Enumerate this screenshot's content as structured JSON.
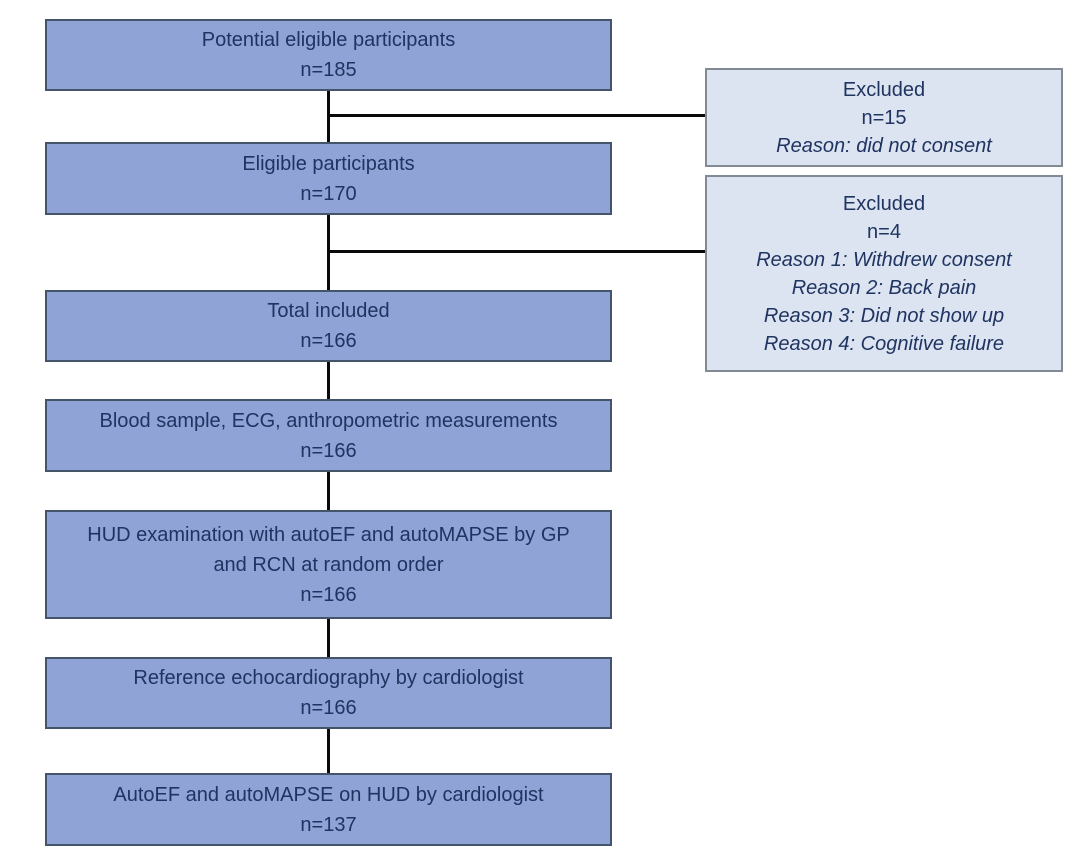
{
  "colors": {
    "box_fill": "#8fa3d7",
    "box_border": "#44546a",
    "excluded_fill": "#dce3f1",
    "excluded_border": "#828a96",
    "text": "#1f3460",
    "line": "#0a0a0a",
    "bg": "#ffffff"
  },
  "flow": {
    "main_boxes": [
      {
        "lines": [
          "Potential eligible participants"
        ],
        "n": "n=185"
      },
      {
        "lines": [
          "Eligible participants"
        ],
        "n": "n=170"
      },
      {
        "lines": [
          "Total included"
        ],
        "n": "n=166"
      },
      {
        "lines": [
          "Blood sample, ECG, anthropometric measurements"
        ],
        "n": "n=166"
      },
      {
        "lines": [
          "HUD examination with autoEF and autoMAPSE by GP",
          "and RCN at random order"
        ],
        "n": "n=166"
      },
      {
        "lines": [
          "Reference echocardiography by cardiologist"
        ],
        "n": "n=166"
      },
      {
        "lines": [
          "AutoEF and autoMAPSE on HUD by cardiologist"
        ],
        "n": "n=137"
      }
    ],
    "excluded_boxes": [
      {
        "title": "Excluded",
        "n": "n=15",
        "reasons": [
          "Reason: did not consent"
        ]
      },
      {
        "title": "Excluded",
        "n": "n=4",
        "reasons": [
          "Reason 1: Withdrew consent",
          "Reason 2: Back pain",
          "Reason 3: Did not show up",
          "Reason 4: Cognitive failure"
        ]
      }
    ]
  }
}
